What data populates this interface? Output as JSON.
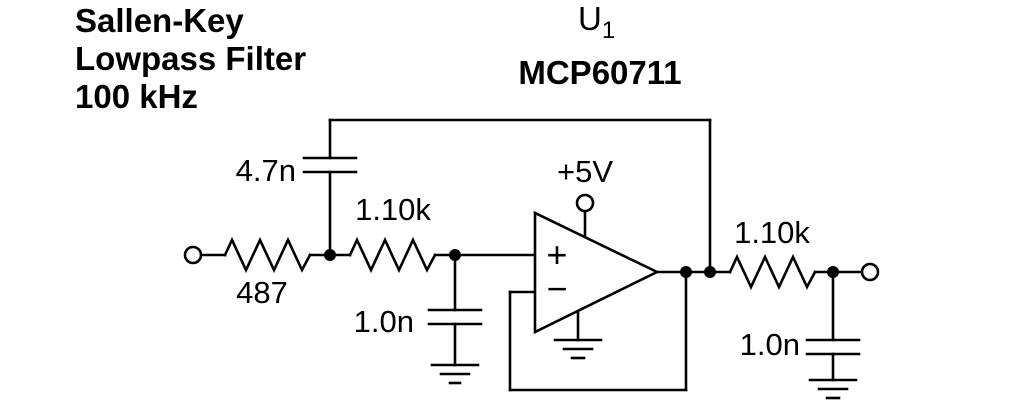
{
  "title": {
    "line1": "Sallen-Key",
    "line2": "Lowpass Filter",
    "line3": "100 kHz"
  },
  "opamp": {
    "designator": "U",
    "designator_sub": "1",
    "part_number": "MCP60711",
    "plus_symbol": "+",
    "minus_symbol": "−",
    "supply_label": "+5V"
  },
  "components": {
    "r_input": {
      "value": "487"
    },
    "c_feedback": {
      "value": "4.7n"
    },
    "r_series": {
      "value": "1.10k"
    },
    "c_shunt": {
      "value": "1.0n"
    },
    "r_output": {
      "value": "1.10k"
    },
    "c_output": {
      "value": "1.0n"
    }
  },
  "colors": {
    "ink": "#000000",
    "background": "#ffffff"
  }
}
